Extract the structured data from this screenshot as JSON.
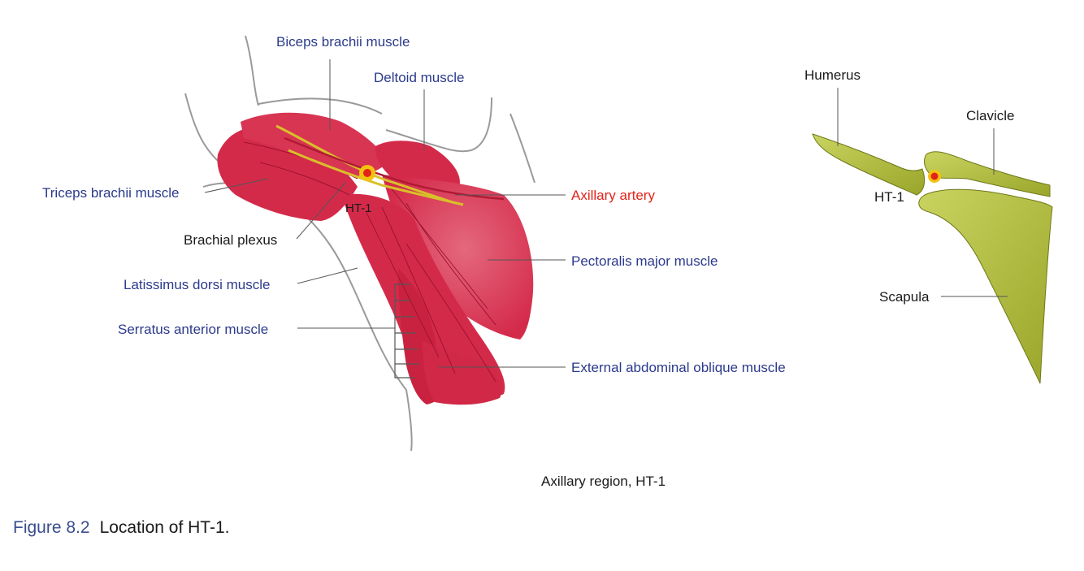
{
  "colors": {
    "muscle": "#d42a4a",
    "muscle_light": "#e4687c",
    "bone": "#a8b332",
    "nerve": "#d8c02a",
    "point_outer": "#f2c20f",
    "point_inner": "#e2231a",
    "label_blue": "#2b3a8c",
    "label_red": "#e2231a",
    "caption_blue": "#3a4d8f"
  },
  "muscle_labels": {
    "biceps": "Biceps brachii muscle",
    "deltoid": "Deltoid muscle",
    "triceps": "Triceps brachii muscle",
    "axillary_artery": "Axillary artery",
    "brachial_plexus": "Brachial plexus",
    "pectoralis": "Pectoralis major muscle",
    "latissimus": "Latissimus dorsi muscle",
    "serratus": "Serratus anterior muscle",
    "oblique": "External abdominal oblique muscle",
    "point": "HT-1"
  },
  "bone_labels": {
    "humerus": "Humerus",
    "clavicle": "Clavicle",
    "point": "HT-1",
    "scapula": "Scapula"
  },
  "subtitle": "Axillary region, HT-1",
  "caption": {
    "number": "Figure 8.2",
    "text": "Location of HT-1."
  }
}
